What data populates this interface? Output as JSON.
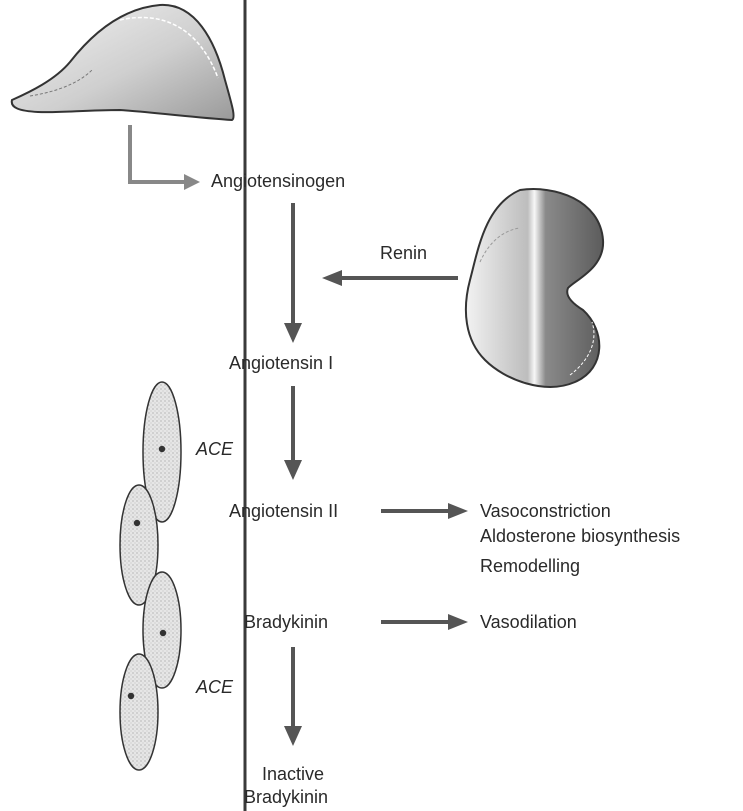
{
  "labels": {
    "angiotensinogen": "Angiotensinogen",
    "renin": "Renin",
    "angiotensin_i": "Angiotensin I",
    "ace_top": "ACE",
    "angiotensin_ii": "Angiotensin II",
    "effects_ii": [
      "Vasoconstriction",
      "Aldosterone biosynthesis",
      "Remodelling"
    ],
    "bradykinin": "Bradykinin",
    "vasodilation": "Vasodilation",
    "ace_bottom": "ACE",
    "inactive_bradykinin": [
      "Inactive",
      "Bradykinin"
    ]
  },
  "icons": {
    "liver": "liver-icon",
    "kidney": "kidney-icon",
    "cells": "endothelial-cell-icon"
  },
  "colors": {
    "arrow": "#555555",
    "arrow_light": "#888888",
    "divider": "#3a3a3a",
    "text": "#2a2a2a",
    "organ_fill": "#cfcfcf",
    "cell_fill": "#e4e4e4"
  }
}
